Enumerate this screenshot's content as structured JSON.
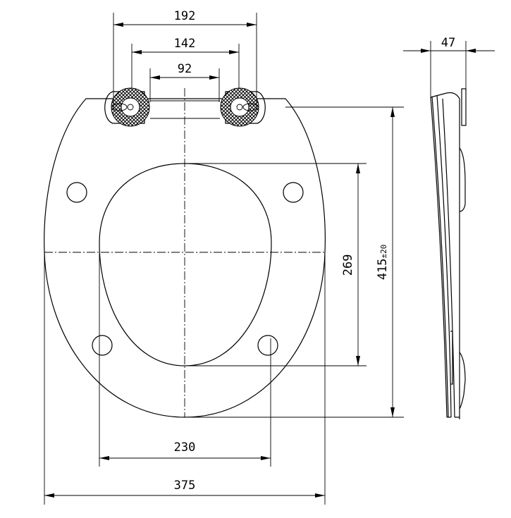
{
  "dimensions": {
    "hinge_outer": "192",
    "hinge_mid": "142",
    "hinge_inner": "92",
    "opening_length": "269",
    "seat_length": "415",
    "seat_length_tolerance": "±20",
    "opening_width": "230",
    "seat_width": "375",
    "side_thickness": "47"
  }
}
